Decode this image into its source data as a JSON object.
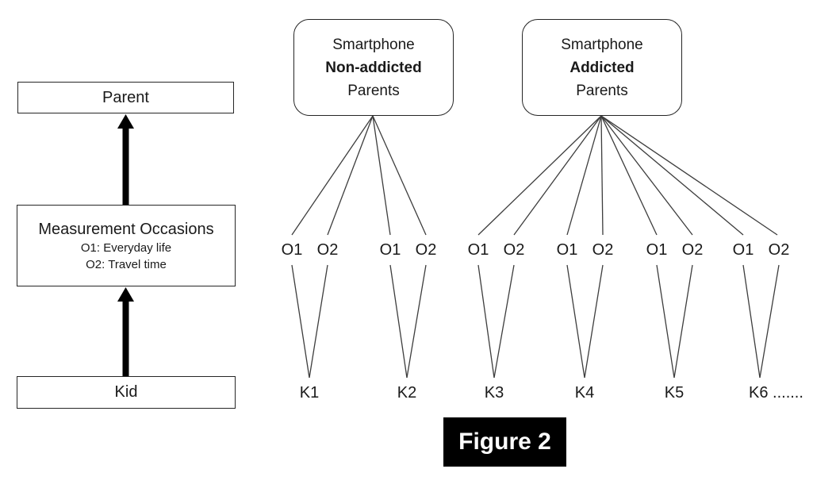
{
  "figure": {
    "caption": "Figure 2"
  },
  "left_flow": {
    "parent_label": "Parent",
    "measurement": {
      "title": "Measurement Occasions",
      "o1_desc": "O1: Everyday life",
      "o2_desc": "O2: Travel time"
    },
    "kid_label": "Kid"
  },
  "groups": [
    {
      "line1": "Smartphone",
      "line2": "Non-addicted",
      "line3": "Parents"
    },
    {
      "line1": "Smartphone",
      "line2": "Addicted",
      "line3": "Parents"
    }
  ],
  "units": [
    {
      "o1": "O1",
      "o2": "O2",
      "kid": "K1"
    },
    {
      "o1": "O1",
      "o2": "O2",
      "kid": "K2"
    },
    {
      "o1": "O1",
      "o2": "O2",
      "kid": "K3"
    },
    {
      "o1": "O1",
      "o2": "O2",
      "kid": "K4"
    },
    {
      "o1": "O1",
      "o2": "O2",
      "kid": "K5"
    },
    {
      "o1": "O1",
      "o2": "O2",
      "kid": "K6 ......."
    }
  ],
  "colors": {
    "connector_line": "#3d3d3d",
    "box_border": "#262626",
    "arrow": "#000000",
    "caption_bg": "#000000",
    "caption_fg": "#ffffff"
  }
}
